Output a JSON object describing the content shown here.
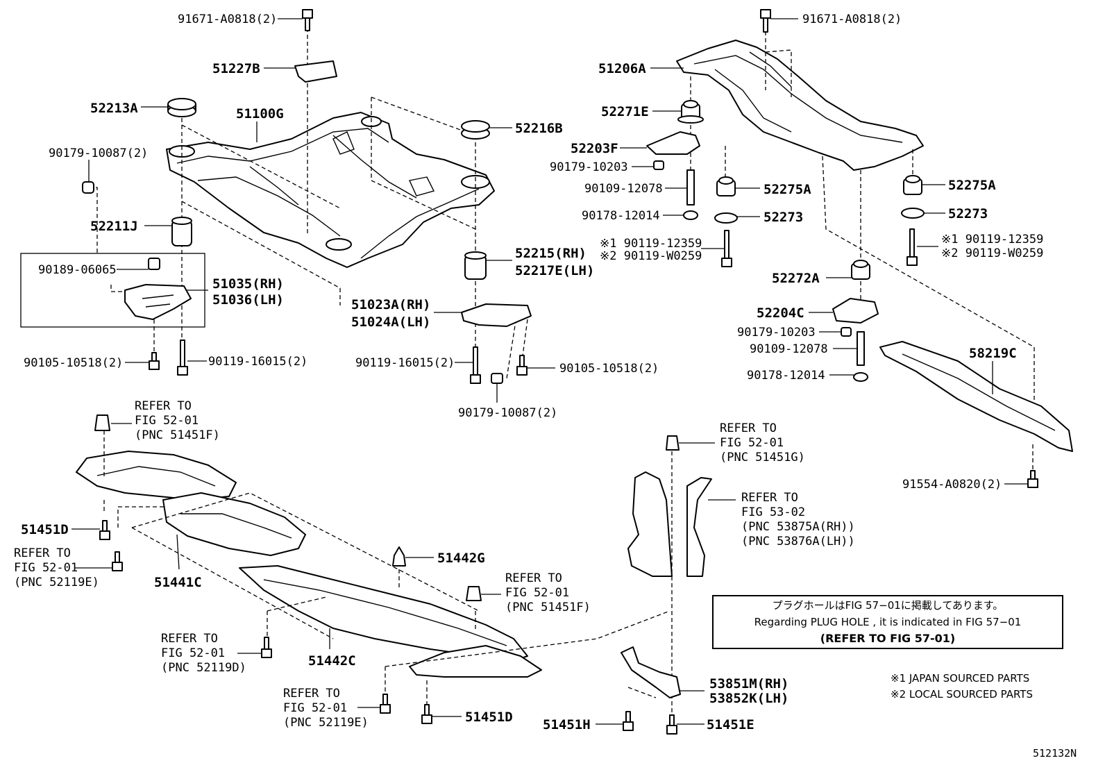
{
  "labels": {
    "l01": "91671-A0818(2)",
    "l02": "51227B",
    "l03": "52213A",
    "l04": "51100G",
    "l05": "90179-10087(2)",
    "l06": "52211J",
    "l07": "90189-06065",
    "l08": "51035(RH)",
    "l09": "51036(LH)",
    "l10": "90105-10518(2)",
    "l11": "90119-16015(2)",
    "l12": "52216B",
    "l13": "52215(RH)",
    "l14": "52217E(LH)",
    "l15": "51023A(RH)",
    "l16": "51024A(LH)",
    "l17": "90119-16015(2)",
    "l18": "90105-10518(2)",
    "l19": "90179-10087(2)",
    "l20": "91671-A0818(2)",
    "l21": "51206A",
    "l22": "52271E",
    "l23": "52203F",
    "l24": "90179-10203",
    "l25": "90109-12078",
    "l26": "90178-12014",
    "l27": "※1 90119-12359",
    "l28": "※2 90119-W0259",
    "l29": "52275A",
    "l30": "52273",
    "l31": "52275A",
    "l32": "52273",
    "l33": "※1 90119-12359",
    "l34": "※2 90119-W0259",
    "l35": "52272A",
    "l36": "52204C",
    "l37": "90179-10203",
    "l38": "90109-12078",
    "l39": "90178-12014",
    "l40": "58219C",
    "l41": "91554-A0820(2)",
    "l42": "REFER TO",
    "l43": "FIG 52-01",
    "l44": "(PNC 51451F)",
    "l45": "51451D",
    "l46": "REFER TO",
    "l47": "FIG 52-01",
    "l48": "(PNC 52119E)",
    "l49": "51441C",
    "l50": "51442G",
    "l51": "REFER TO",
    "l52": "FIG 52-01",
    "l53": "(PNC 51451F)",
    "l54": "REFER TO",
    "l55": "FIG 52-01",
    "l56": "(PNC 52119D)",
    "l57": "51442C",
    "l58": "REFER TO",
    "l59": "FIG 52-01",
    "l60": "(PNC 52119E)",
    "l61": "51451D",
    "l62": "REFER TO",
    "l63": "FIG 52-01",
    "l64": "(PNC 51451G)",
    "l65": "REFER TO",
    "l66": "FIG 53-02",
    "l67": "(PNC 53875A(RH))",
    "l68": "(PNC 53876A(LH))",
    "l69": "53851M(RH)",
    "l70": "53852K(LH)",
    "l71": "51451H",
    "l72": "51451E"
  },
  "note_box": {
    "line1": "プラグホールはFIG 57−01に掲載してあります。",
    "line2": "Regarding  PLUG  HOLE , it is indicated in FIG  57−01",
    "line3": "(REFER TO FIG 57-01)"
  },
  "legend": {
    "japan": "※1 JAPAN SOURCED PARTS",
    "local": "※2 LOCAL SOURCED PARTS"
  },
  "figure_code": "512132N"
}
